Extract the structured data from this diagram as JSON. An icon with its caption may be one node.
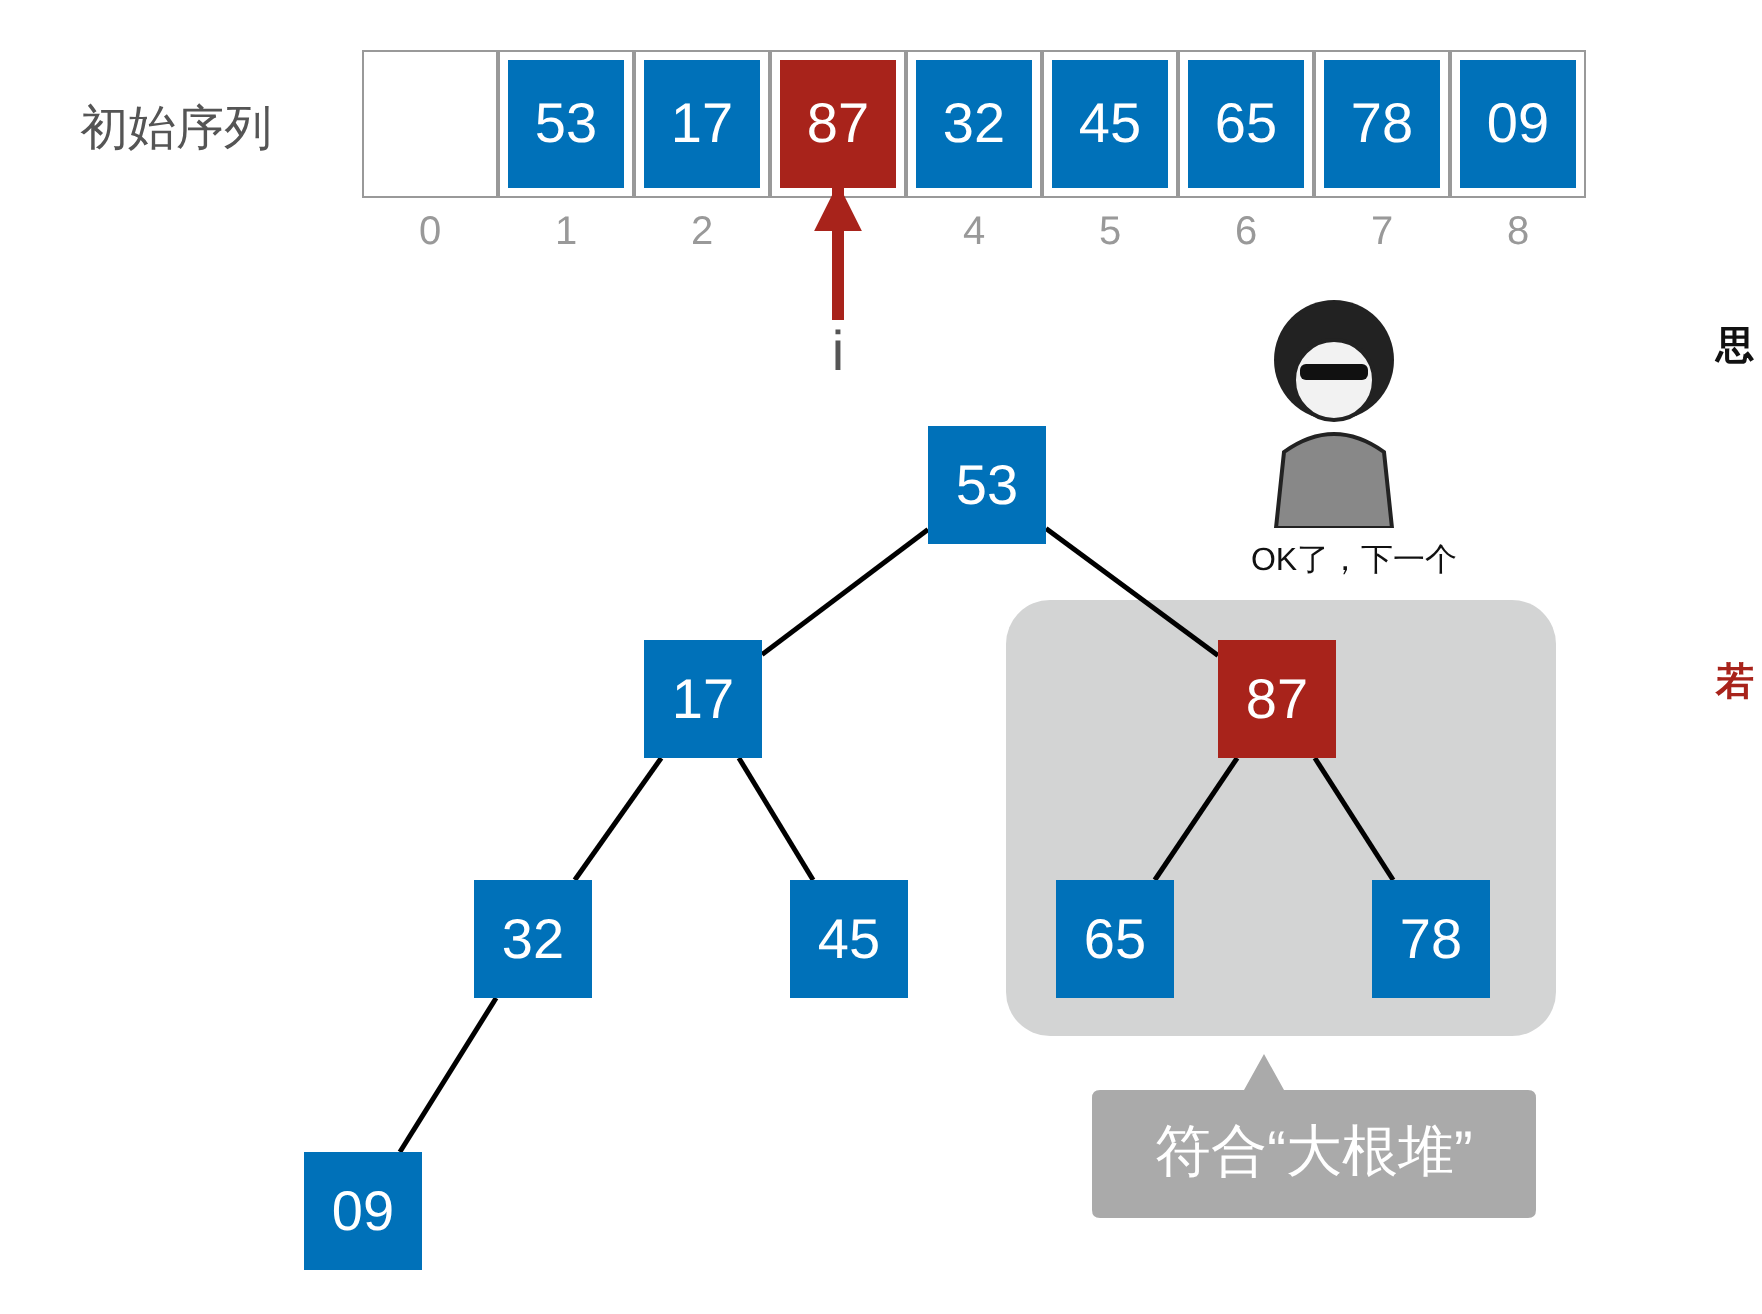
{
  "diagram": {
    "nodes": [
      {
        "text": [],
        "shape": "box",
        "beside": [
          "0"
        ]
      },
      {
        "text": [
          "53"
        ],
        "beside": [
          "1"
        ]
      },
      {
        "text": [
          "17"
        ],
        "beside": [
          "2"
        ]
      },
      {
        "text": [
          "87"
        ]
      },
      {
        "text": [
          "32"
        ],
        "beside": [
          "4"
        ]
      },
      {
        "text": [
          "45"
        ],
        "beside": [
          "5"
        ]
      },
      {
        "text": [
          "65"
        ],
        "beside": [
          "6"
        ]
      },
      {
        "text": [
          "78"
        ],
        "beside": [
          "7"
        ]
      },
      {
        "text": [
          "09"
        ],
        "beside": [
          "8"
        ]
      },
      {
        "text": [
          "i"
        ]
      },
      {
        "text": [
          "53"
        ]
      },
      {
        "text": [
          "17"
        ]
      },
      {
        "text": [],
        "shape": "box"
      },
      {
        "text": [
          "87"
        ],
        "in": 12
      },
      {
        "text": [
          "32"
        ]
      },
      {
        "text": [
          "45"
        ]
      },
      {
        "text": [
          "65"
        ],
        "in": 12
      },
      {
        "text": [
          "78"
        ],
        "in": 12
      },
      {
        "text": [
          "09"
        ]
      },
      {
        "text": [],
        "shape": "picture",
        "beside": [
          "OK了，下一个"
        ]
      },
      {
        "text": [
          "符合“大根堆”"
        ]
      }
    ],
    "edges": [
      {
        "from": 9,
        "to": 3,
        "arrow": "to",
        "style": "thick",
        "color": "#a8231b"
      },
      {
        "from": 10,
        "to": 11,
        "arrow": "none"
      },
      {
        "from": 10,
        "to": 13,
        "arrow": "none"
      },
      {
        "from": 11,
        "to": 14,
        "arrow": "none"
      },
      {
        "from": 11,
        "to": 15,
        "arrow": "none"
      },
      {
        "from": 13,
        "to": 16,
        "arrow": "none"
      },
      {
        "from": 13,
        "to": 17,
        "arrow": "none"
      },
      {
        "from": 14,
        "to": 18,
        "arrow": "none"
      }
    ],
    "labels": [
      "初始序列",
      "思",
      "若"
    ]
  }
}
